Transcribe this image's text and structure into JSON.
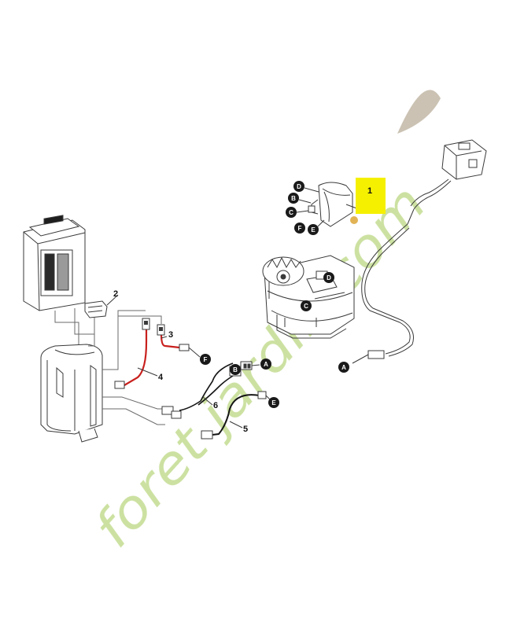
{
  "watermark": {
    "text": "foret jardin.com",
    "color": "#c3dc90",
    "dot_color": "#d9a02a",
    "brown_color": "#b6aa95"
  },
  "highlight_color": "#f5f000",
  "part_numbers": [
    "1",
    "2",
    "3",
    "4",
    "5",
    "6"
  ],
  "connector_letters": [
    "A",
    "B",
    "C",
    "D",
    "E",
    "F"
  ],
  "colors": {
    "line": "#3a3a3a",
    "red_wire": "#c8201d",
    "black_wire": "#151515",
    "circle_fill": "#1a1a1a"
  }
}
